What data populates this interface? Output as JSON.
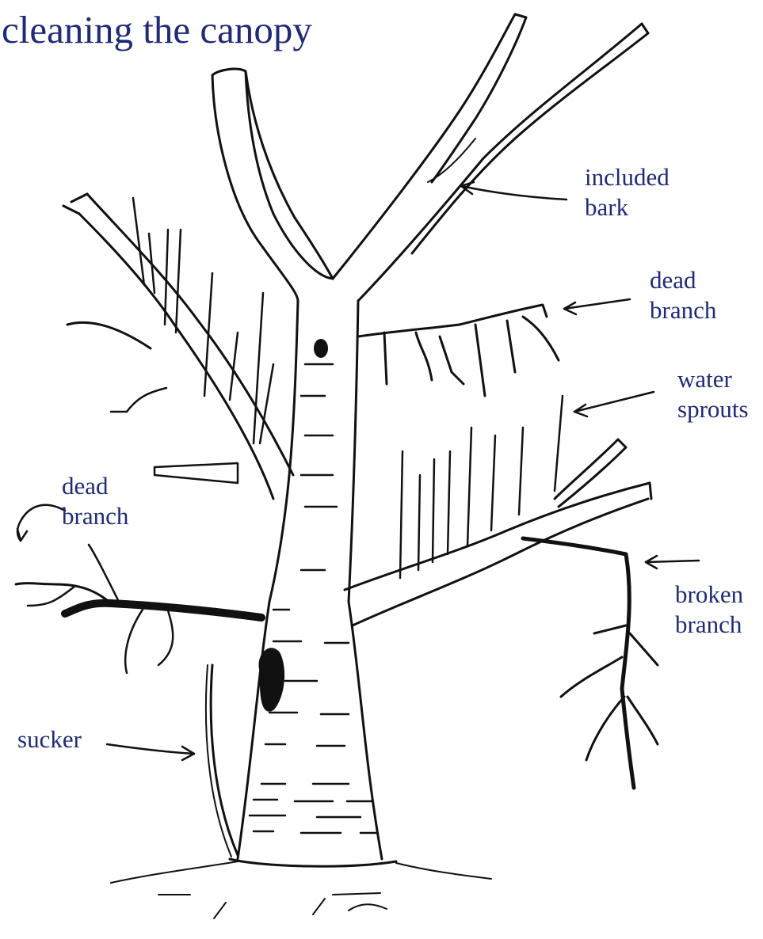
{
  "title": "cleaning the canopy",
  "labels": {
    "included_bark": {
      "line1": "included",
      "line2": "bark"
    },
    "dead_branch_right": {
      "line1": "dead",
      "line2": "branch"
    },
    "water_sprouts": {
      "line1": "water",
      "line2": "sprouts"
    },
    "dead_branch_left": {
      "line1": "dead",
      "line2": "branch"
    },
    "broken_branch": {
      "line1": "broken",
      "line2": "branch"
    },
    "sucker": "sucker"
  },
  "colors": {
    "label_text": "#1f2a78",
    "ink": "#111111",
    "background": "#ffffff"
  }
}
